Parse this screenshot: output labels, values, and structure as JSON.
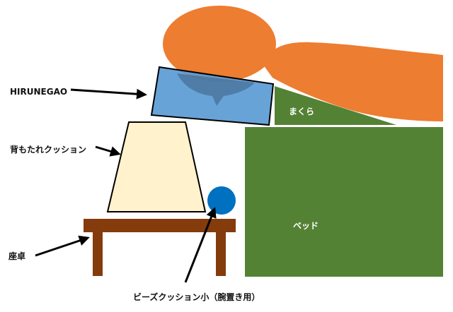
{
  "labels": {
    "hirunegao": "HIRUNEGAO",
    "backrest_cushion": "背もたれクッション",
    "low_table": "座卓",
    "bead_cushion": "ビーズクッション小（腕置き用）",
    "pillow": "まくら",
    "bed": "ベッド"
  },
  "colors": {
    "body": "#ED7D31",
    "green": "#548235",
    "hirunegao": "#5B9BD5",
    "cushion": "#FFF2CC",
    "table": "#843C0C",
    "bead": "#0070C0",
    "arrow": "#000000"
  }
}
